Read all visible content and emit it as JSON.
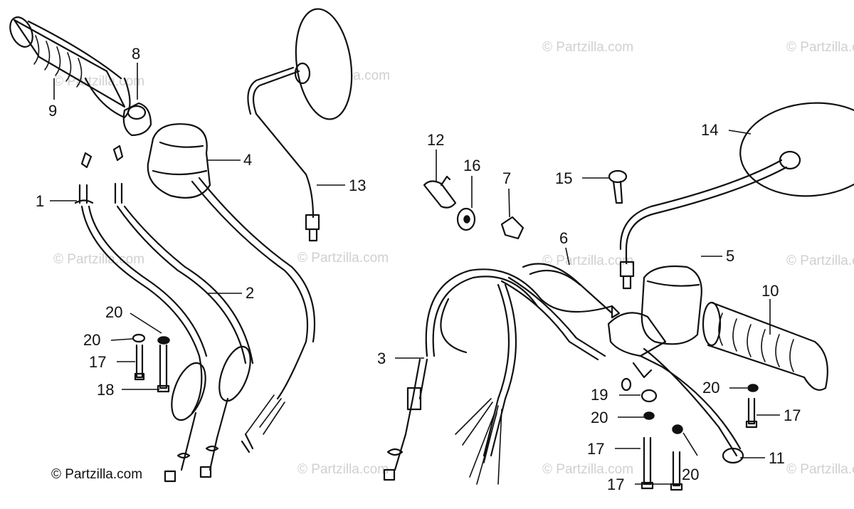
{
  "watermark": "© Partzilla.com",
  "copyright": "© Partzilla.com",
  "callouts": [
    "1",
    "2",
    "3",
    "4",
    "5",
    "6",
    "7",
    "8",
    "9",
    "10",
    "11",
    "12",
    "13",
    "14",
    "15",
    "16",
    "17",
    "17",
    "17",
    "17",
    "18",
    "19",
    "20",
    "20",
    "20",
    "20",
    "20"
  ]
}
